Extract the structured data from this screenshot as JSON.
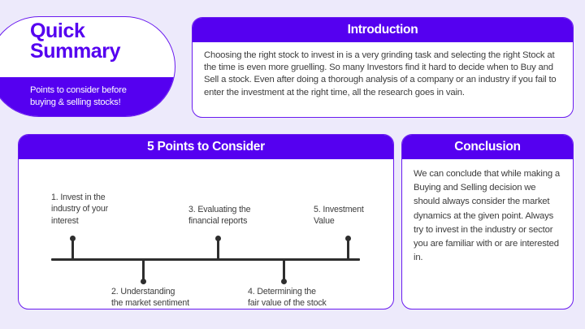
{
  "theme": {
    "background": "#EDEAFB",
    "accent": "#5500F0",
    "border": "#6A1BEF",
    "card": "#FFFFFF",
    "timeline": "#2E2E2E",
    "body_text": "#3C3C3C"
  },
  "summary": {
    "title_line1": "Quick",
    "title_line2": "Summary",
    "subtitle_line1": "Points to consider before",
    "subtitle_line2": "buying & selling stocks!"
  },
  "introduction": {
    "header": "Introduction",
    "body": "Choosing the right stock to invest in is a very grinding task and selecting the right Stock at the time is even more gruelling. So many Investors find it hard to decide when to Buy and Sell a stock. Even after doing a thorough analysis of a company or an industry if you fail to enter the investment at the right time, all the research goes in vain."
  },
  "points": {
    "header": "5 Points to Consider",
    "items": [
      {
        "number": "1.",
        "line1": "1. Invest in the",
        "line2": "industry of your",
        "line3": "interest",
        "position": "above"
      },
      {
        "number": "2.",
        "line1": "2. Understanding",
        "line2": "the market sentiment",
        "line3": "",
        "position": "below"
      },
      {
        "number": "3.",
        "line1": "3. Evaluating the",
        "line2": "financial reports",
        "line3": "",
        "position": "above"
      },
      {
        "number": "4.",
        "line1": "4. Determining the",
        "line2": "fair value of the stock",
        "line3": "",
        "position": "below"
      },
      {
        "number": "5.",
        "line1": "5. Investment",
        "line2": "Value",
        "line3": "",
        "position": "above"
      }
    ]
  },
  "conclusion": {
    "header": "Conclusion",
    "body": "We can conclude that while making a Buying and Selling decision we should always consider the market dynamics at the given point. Always try to invest in the industry or sector you are familiar with or are interested in."
  }
}
